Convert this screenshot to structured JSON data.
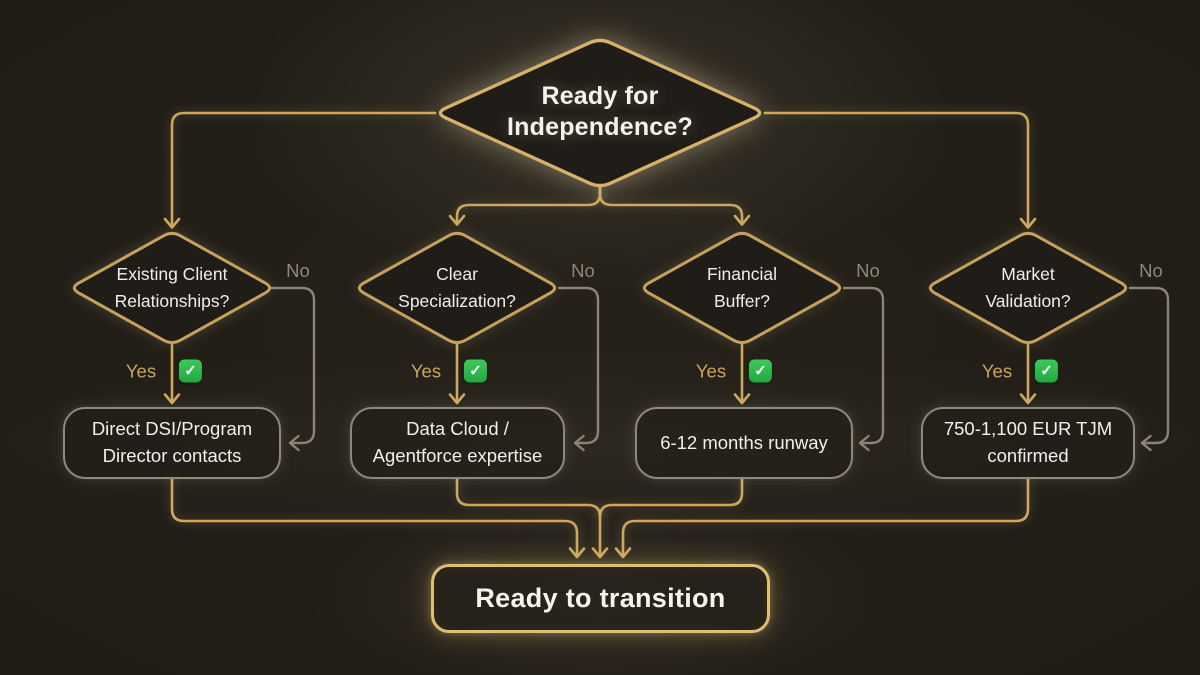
{
  "colors": {
    "background": "#201d18",
    "gold_line": "#cda75f",
    "gold_bright": "#e3be72",
    "gray_line": "#8b8476",
    "text": "#f3f0e9",
    "check_green": "#2eb44a"
  },
  "flowchart": {
    "root": {
      "question": "Ready for Independence?"
    },
    "branches": [
      {
        "question": "Existing Client Relationships?",
        "yes_label": "Yes",
        "no_label": "No",
        "outcome": "Direct DSI/Program Director contacts"
      },
      {
        "question": "Clear Specialization?",
        "yes_label": "Yes",
        "no_label": "No",
        "outcome": "Data Cloud / Agentforce expertise"
      },
      {
        "question": "Financial Buffer?",
        "yes_label": "Yes",
        "no_label": "No",
        "outcome": "6-12 months runway"
      },
      {
        "question": "Market Validation?",
        "yes_label": "Yes",
        "no_label": "No",
        "outcome": "750-1,100 EUR TJM confirmed"
      }
    ],
    "final": {
      "label": "Ready to transition"
    },
    "icons": {
      "yes_check": "✓"
    }
  }
}
